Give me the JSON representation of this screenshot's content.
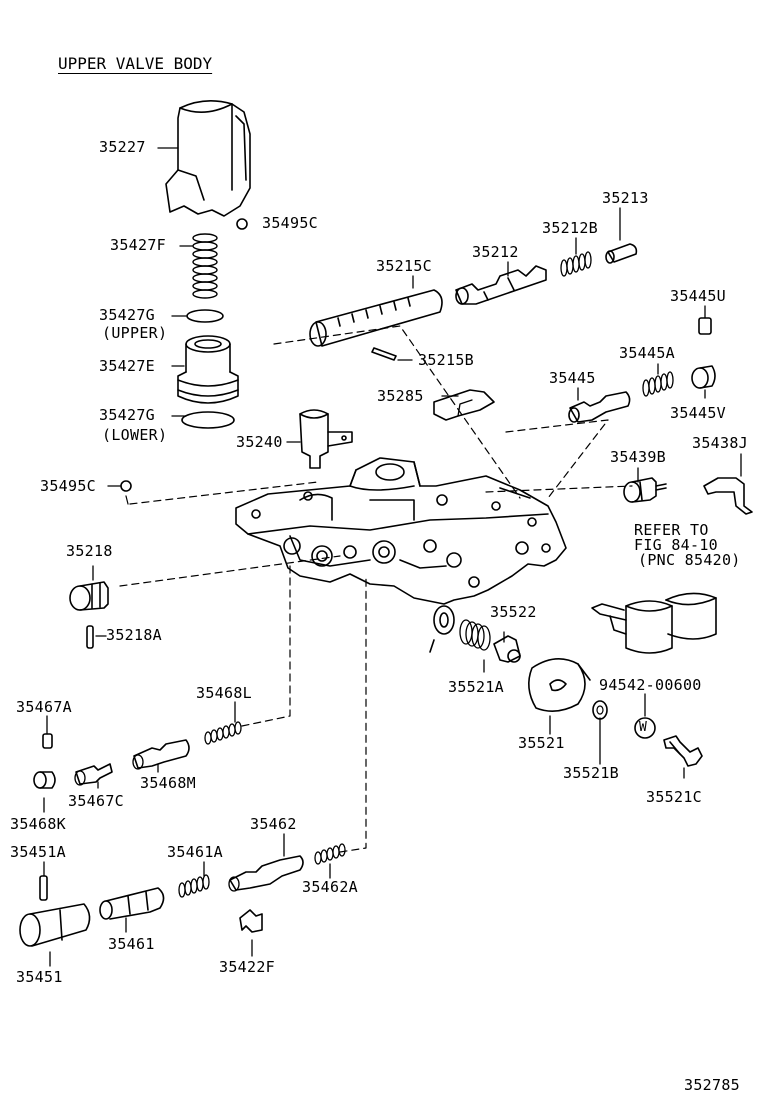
{
  "title": "UPPER VALVE BODY",
  "figure_id": "352785",
  "labels": {
    "p35227": "35227",
    "p35495C_a": "35495C",
    "p35427F": "35427F",
    "p35427G_u": "35427G",
    "upper": "(UPPER)",
    "p35427E": "35427E",
    "p35427G_l": "35427G",
    "lower": "(LOWER)",
    "p35240": "35240",
    "p35495C_b": "35495C",
    "p35218": "35218",
    "p35218A": "35218A",
    "p35215C": "35215C",
    "p35212": "35212",
    "p35212B": "35212B",
    "p35213": "35213",
    "p35445U": "35445U",
    "p35215B": "35215B",
    "p35285": "35285",
    "p35445": "35445",
    "p35445A": "35445A",
    "p35445V": "35445V",
    "p35439B": "35439B",
    "p35438J": "35438J",
    "refer1": "REFER TO",
    "refer2": "FIG 84-10",
    "refer3": "(PNC 85420)",
    "p35522": "35522",
    "p35521A": "35521A",
    "p94542": "94542-00600",
    "p35521": "35521",
    "p35521B": "35521B",
    "p35521C": "35521C",
    "p35467A": "35467A",
    "p35468L": "35468L",
    "p35468M": "35468M",
    "p35467C": "35467C",
    "p35468K": "35468K",
    "p35451A": "35451A",
    "p35461A": "35461A",
    "p35462": "35462",
    "p35462A": "35462A",
    "p35461": "35461",
    "p35422F": "35422F",
    "p35451": "35451",
    "washer_mark": "W"
  }
}
